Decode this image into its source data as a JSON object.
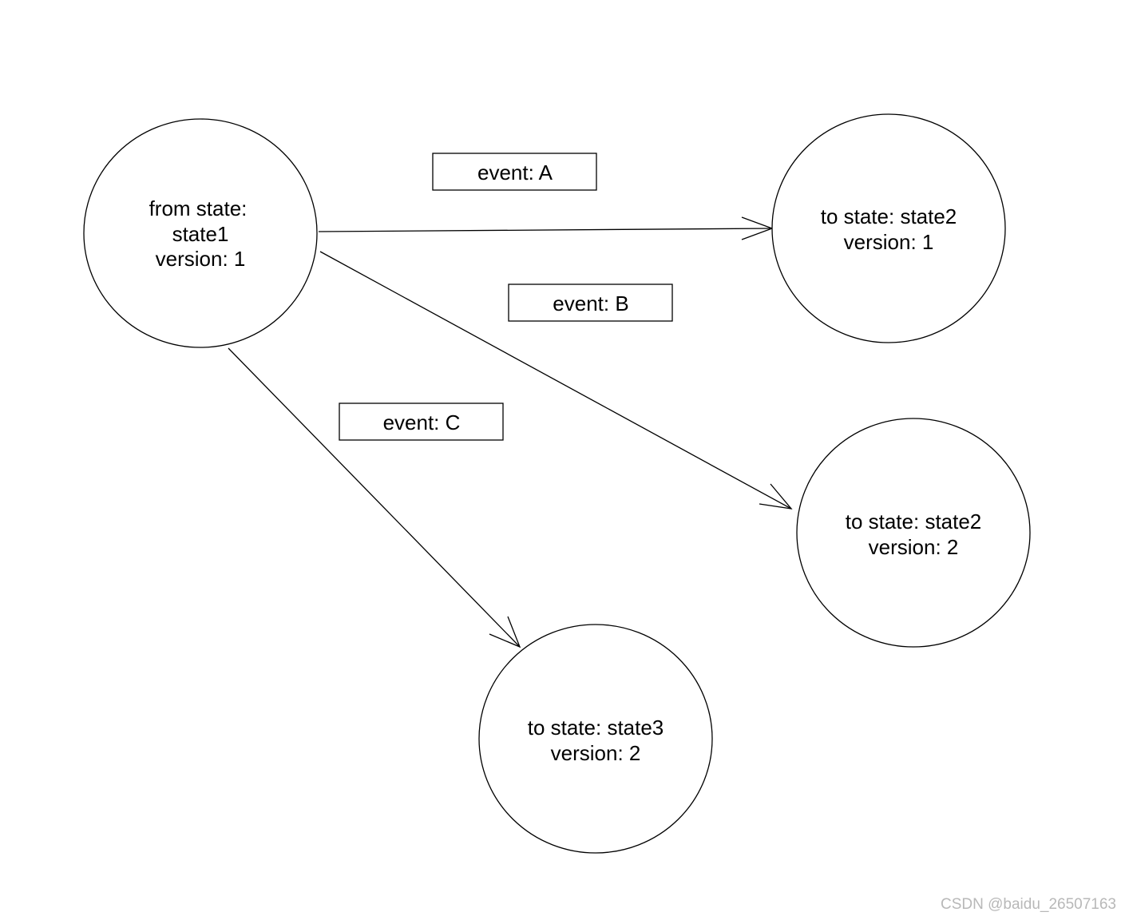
{
  "diagram": {
    "nodes": {
      "from": {
        "lines": [
          "from state:",
          "state1",
          "version: 1"
        ]
      },
      "to_a": {
        "lines": [
          "to state: state2",
          "version: 1"
        ]
      },
      "to_b": {
        "lines": [
          "to state: state2",
          "version: 2"
        ]
      },
      "to_c": {
        "lines": [
          "to state: state3",
          "version: 2"
        ]
      }
    },
    "edges": {
      "a": {
        "label": "event: A"
      },
      "b": {
        "label": "event: B"
      },
      "c": {
        "label": "event: C"
      }
    }
  },
  "watermark": "CSDN @baidu_26507163",
  "colors": {
    "stroke": "#000000",
    "background": "#ffffff",
    "watermark": "#b8b8b8"
  }
}
